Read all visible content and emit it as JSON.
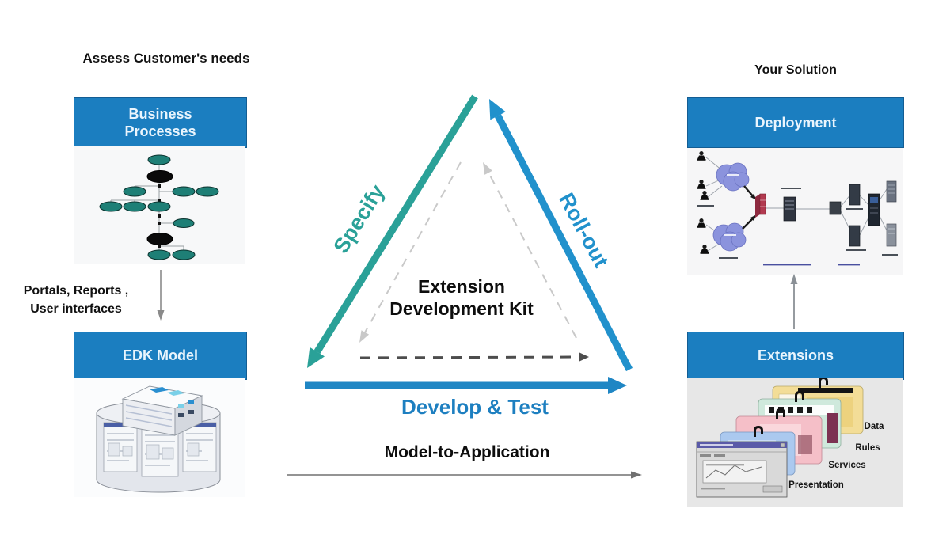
{
  "colors": {
    "box_blue": "#1b7ec0",
    "teal_arrow": "#2aa198",
    "blue_arrow": "#2191cc",
    "blue_text": "#1d7fc0"
  },
  "left_column": {
    "heading": "Assess Customer's needs",
    "business_processes": {
      "label": "Business Processes"
    },
    "portals_note": {
      "line1": "Portals, Reports ,",
      "line2": "User interfaces"
    },
    "edk_model": {
      "label": "EDK Model"
    }
  },
  "triangle": {
    "specify_label": "Specify",
    "rollout_label": "Roll-out",
    "center_line1": "Extension",
    "center_line2": "Development Kit",
    "develop_test_label": "Develop & Test",
    "model_to_application_label": "Model-to-Application"
  },
  "right_column": {
    "heading": "Your Solution",
    "deployment": {
      "label": "Deployment"
    },
    "extensions": {
      "label": "Extensions",
      "layers": [
        "Data",
        "Rules",
        "Services",
        "Presentation"
      ]
    }
  }
}
